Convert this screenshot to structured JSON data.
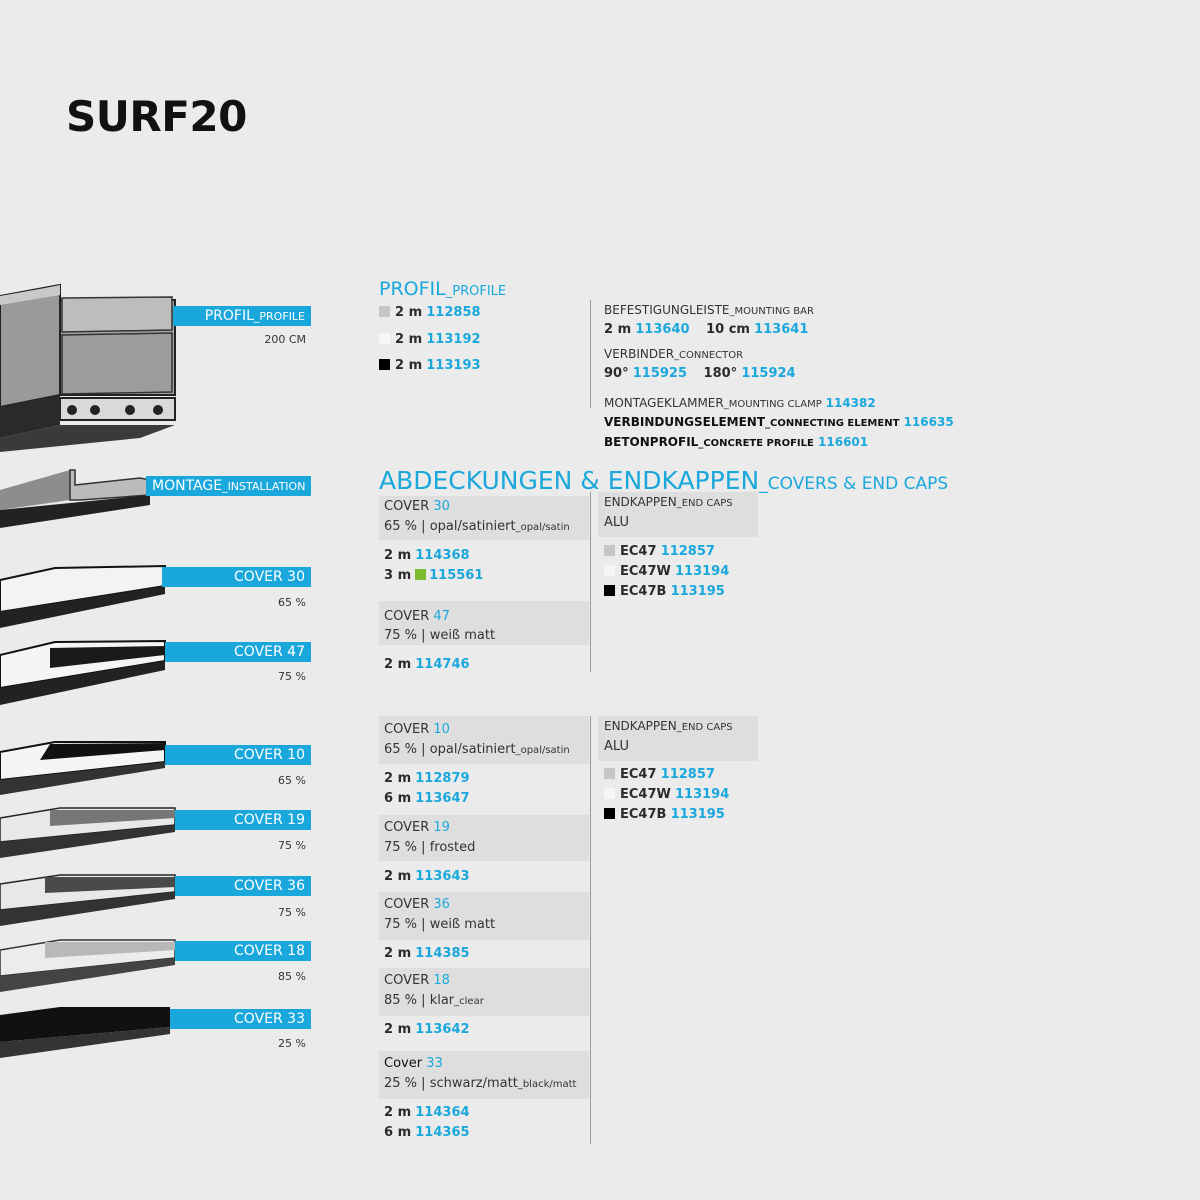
{
  "title": "SURF20",
  "left_labels": {
    "profil": {
      "main": "PROFIL",
      "sub": "_PROFILE",
      "note": "200 CM"
    },
    "montage": {
      "main": "MONTAGE",
      "sub": "_INSTALLATION"
    },
    "covers": [
      {
        "label": "COVER 30",
        "pct": "65 %"
      },
      {
        "label": "COVER 47",
        "pct": "75 %"
      },
      {
        "label": "COVER 10",
        "pct": "65 %"
      },
      {
        "label": "COVER 19",
        "pct": "75 %"
      },
      {
        "label": "COVER 36",
        "pct": "75 %"
      },
      {
        "label": "COVER 18",
        "pct": "85 %"
      },
      {
        "label": "COVER 33",
        "pct": "25 %"
      }
    ]
  },
  "profil": {
    "heading_main": "PROFIL",
    "heading_sub": "_PROFILE",
    "items": [
      {
        "len": "2 m",
        "code": "112858",
        "swatch": "grey"
      },
      {
        "len": "2 m",
        "code": "113192",
        "swatch": "white"
      },
      {
        "len": "2 m",
        "code": "113193",
        "swatch": "black"
      }
    ]
  },
  "accessories": {
    "mounting_bar": {
      "title": "BEFESTIGUNGLEISTE",
      "sub": "_MOUNTING BAR",
      "a_len": "2 m",
      "a_code": "113640",
      "b_len": "10 cm",
      "b_code": "113641"
    },
    "connector": {
      "title": "VERBINDER",
      "sub": "_CONNECTOR",
      "a_len": "90°",
      "a_code": "115925",
      "b_len": "180°",
      "b_code": "115924"
    },
    "clamp": {
      "title": "MONTAGEKLAMMER",
      "sub": "_MOUNTING CLAMP",
      "code": "114382"
    },
    "connecting": {
      "title": "VERBINDUNGSELEMENT",
      "sub": "_CONNECTING ELEMENT",
      "code": "116635"
    },
    "concrete": {
      "title": "BETONPROFIL",
      "sub": "_CONCRETE PROFILE",
      "code": "116601"
    }
  },
  "covers_heading": {
    "main": "ABDECKUNGEN & ENDKAPPEN",
    "sub": "_COVERS & END CAPS"
  },
  "covers": [
    {
      "name": "COVER",
      "num": "30",
      "pct": "65 %",
      "desc": "opal/satiniert",
      "desc_sub": "_opal/satin",
      "items": [
        {
          "len": "2 m",
          "code": "114368"
        },
        {
          "len": "3  m",
          "code": "115561",
          "green": true
        }
      ]
    },
    {
      "name": "COVER",
      "num": "47",
      "pct": "75 %",
      "desc": "weiß matt",
      "desc_sub": "",
      "items": [
        {
          "len": "2 m",
          "code": "114746"
        }
      ]
    },
    {
      "name": "COVER",
      "num": "10",
      "pct": "65 %",
      "desc": "opal/satiniert",
      "desc_sub": "_opal/satin",
      "items": [
        {
          "len": "2 m",
          "code": "112879"
        },
        {
          "len": "6 m",
          "code": "113647"
        }
      ]
    },
    {
      "name": "COVER",
      "num": "19",
      "pct": "75 %",
      "desc": "frosted",
      "desc_sub": "",
      "items": [
        {
          "len": "2 m",
          "code": "113643"
        }
      ]
    },
    {
      "name": "COVER",
      "num": "36",
      "pct": "75 %",
      "desc": "weiß matt",
      "desc_sub": "",
      "items": [
        {
          "len": "2 m",
          "code": "114385"
        }
      ]
    },
    {
      "name": "COVER",
      "num": "18",
      "pct": "85 %",
      "desc": "klar",
      "desc_sub": "_clear",
      "items": [
        {
          "len": "2 m",
          "code": "113642"
        }
      ]
    },
    {
      "name": "Cover",
      "num": "33",
      "pct": "25 %",
      "desc": "schwarz/matt",
      "desc_sub": "_black/matt",
      "items": [
        {
          "len": "2 m",
          "code": "114364"
        },
        {
          "len": "6 m",
          "code": "114365"
        }
      ]
    }
  ],
  "endcaps": {
    "title": "ENDKAPPEN",
    "sub": "_END CAPS",
    "material": "ALU",
    "items": [
      {
        "name": "EC47",
        "code": "112857",
        "swatch": "grey"
      },
      {
        "name": "EC47W",
        "code": "113194",
        "swatch": "white"
      },
      {
        "name": "EC47B",
        "code": "113195",
        "swatch": "black"
      }
    ]
  },
  "colors": {
    "accent": "#1aa8dc",
    "background": "#ebebeb",
    "panel": "#dedede",
    "green": "#7dbb2e"
  }
}
